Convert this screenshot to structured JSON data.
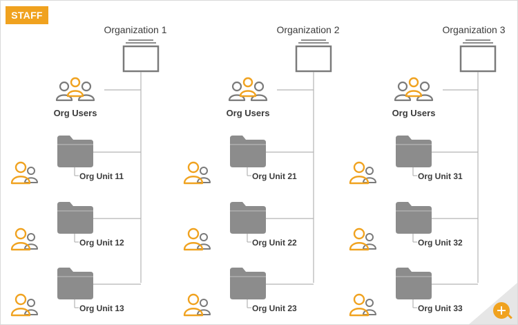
{
  "badge": "STAFF",
  "colors": {
    "accent": "#f0a21f",
    "line": "#b3b3b3",
    "folder": "#8c8c8c",
    "icon_dark": "#7a7a7a",
    "text": "#3a3a3a"
  },
  "users_label": "Org Users",
  "organizations": [
    {
      "title": "Organization 1",
      "units": [
        "Org Unit 11",
        "Org Unit 12",
        "Org Unit 13"
      ]
    },
    {
      "title": "Organization 2",
      "units": [
        "Org Unit 21",
        "Org Unit 22",
        "Org Unit 23"
      ]
    },
    {
      "title": "Organization 3",
      "units": [
        "Org Unit 31",
        "Org Unit 32",
        "Org Unit 33"
      ]
    }
  ],
  "zoom_icon": "zoom-in-icon"
}
